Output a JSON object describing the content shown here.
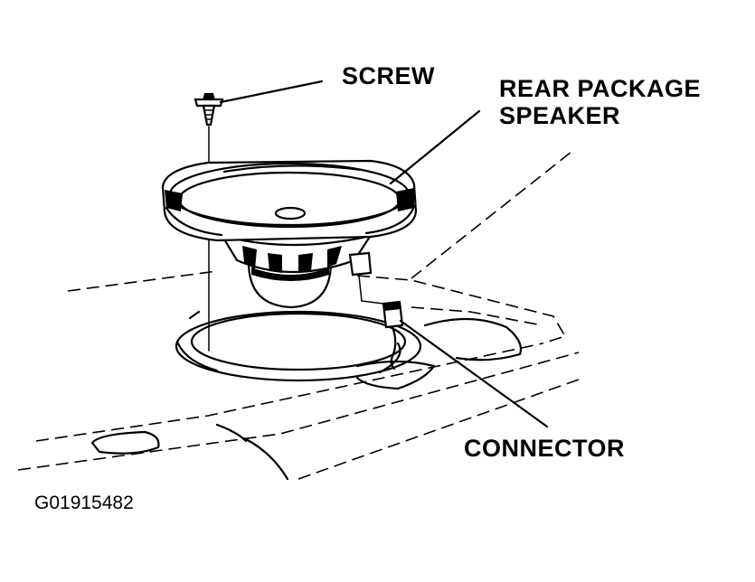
{
  "labels": {
    "screw": "SCREW",
    "rear_package_speaker": "REAR PACKAGE\nSPEAKER",
    "connector": "CONNECTOR",
    "figure_id": "G01915482"
  }
}
